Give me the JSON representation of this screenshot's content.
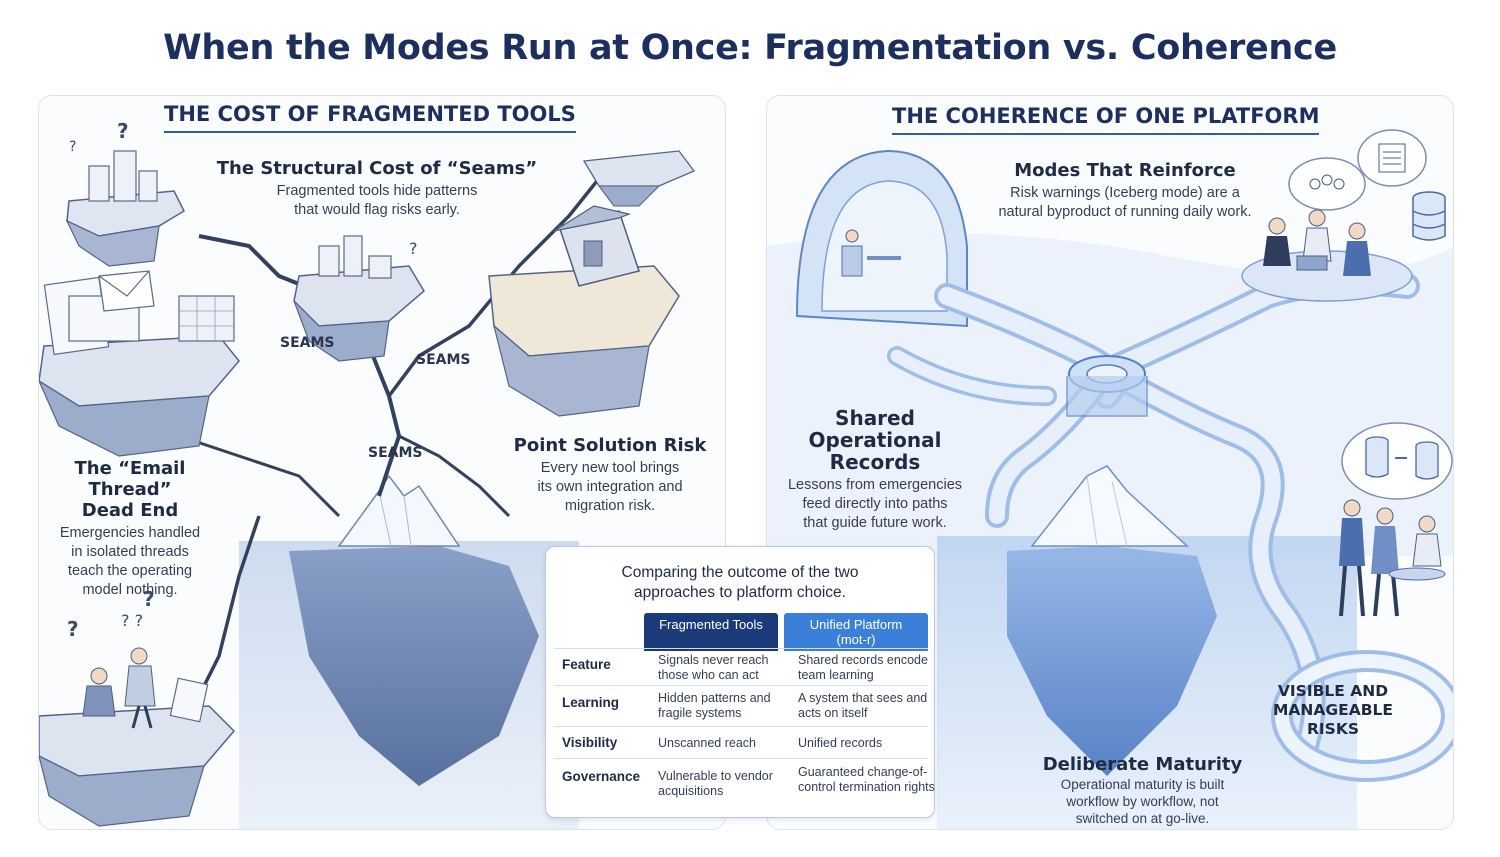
{
  "title": "When the Modes Run at Once: Fragmentation vs. Coherence",
  "left": {
    "heading": "THE COST OF FRAGMENTED TOOLS",
    "seams": {
      "title": "The Structural Cost of “Seams”",
      "desc_line1": "Fragmented tools hide patterns",
      "desc_line2": "that would flag risks early."
    },
    "seam_labels": [
      "SEAMS",
      "SEAMS",
      "SEAMS"
    ],
    "email": {
      "title_line1": "The “Email Thread”",
      "title_line2": "Dead End",
      "desc_line1": "Emergencies handled",
      "desc_line2": "in isolated threads",
      "desc_line3": "teach the operating",
      "desc_line4": "model nothing."
    },
    "point": {
      "title": "Point Solution Risk",
      "desc_line1": "Every new tool brings",
      "desc_line2": "its own integration and",
      "desc_line3": "migration risk."
    }
  },
  "right": {
    "heading": "THE COHERENCE OF ONE PLATFORM",
    "modes": {
      "title": "Modes That Reinforce",
      "desc_line1": "Risk warnings (Iceberg mode) are a",
      "desc_line2": "natural byproduct of running daily work."
    },
    "shared": {
      "title_line1": "Shared Operational",
      "title_line2": "Records",
      "desc_line1": "Lessons from emergencies",
      "desc_line2": "feed directly into paths",
      "desc_line3": "that guide future work."
    },
    "visible": {
      "line1": "VISIBLE AND",
      "line2": "MANAGEABLE",
      "line3": "RISKS"
    },
    "maturity": {
      "title": "Deliberate Maturity",
      "desc_line1": "Operational maturity is built",
      "desc_line2": "workflow by workflow, not",
      "desc_line3": "switched on at go-live."
    }
  },
  "comparison": {
    "caption": "Comparing the outcome of the two approaches to platform choice.",
    "col_fragmented": "Fragmented Tools",
    "col_unified_line1": "Unified Platform",
    "col_unified_line2": "(mot-r)",
    "rows": [
      {
        "key": "Feature",
        "fragmented": "Signals never reach those who can act",
        "unified": "Shared records encode team learning"
      },
      {
        "key": "Learning",
        "fragmented": "Hidden patterns and fragile systems",
        "unified": "A system that sees and acts on itself"
      },
      {
        "key": "Visibility",
        "fragmented": "Unscanned reach",
        "unified": "Unified records"
      },
      {
        "key": "Governance",
        "fragmented": "Vulnerable to vendor acquisitions",
        "unified": "Guaranteed change-of-control termination rights"
      }
    ]
  },
  "colors": {
    "navy": "#1c2f5e",
    "accent_blue": "#3b80d8",
    "dark_blue": "#1b3a7a",
    "ice": "#cfe0f5"
  }
}
